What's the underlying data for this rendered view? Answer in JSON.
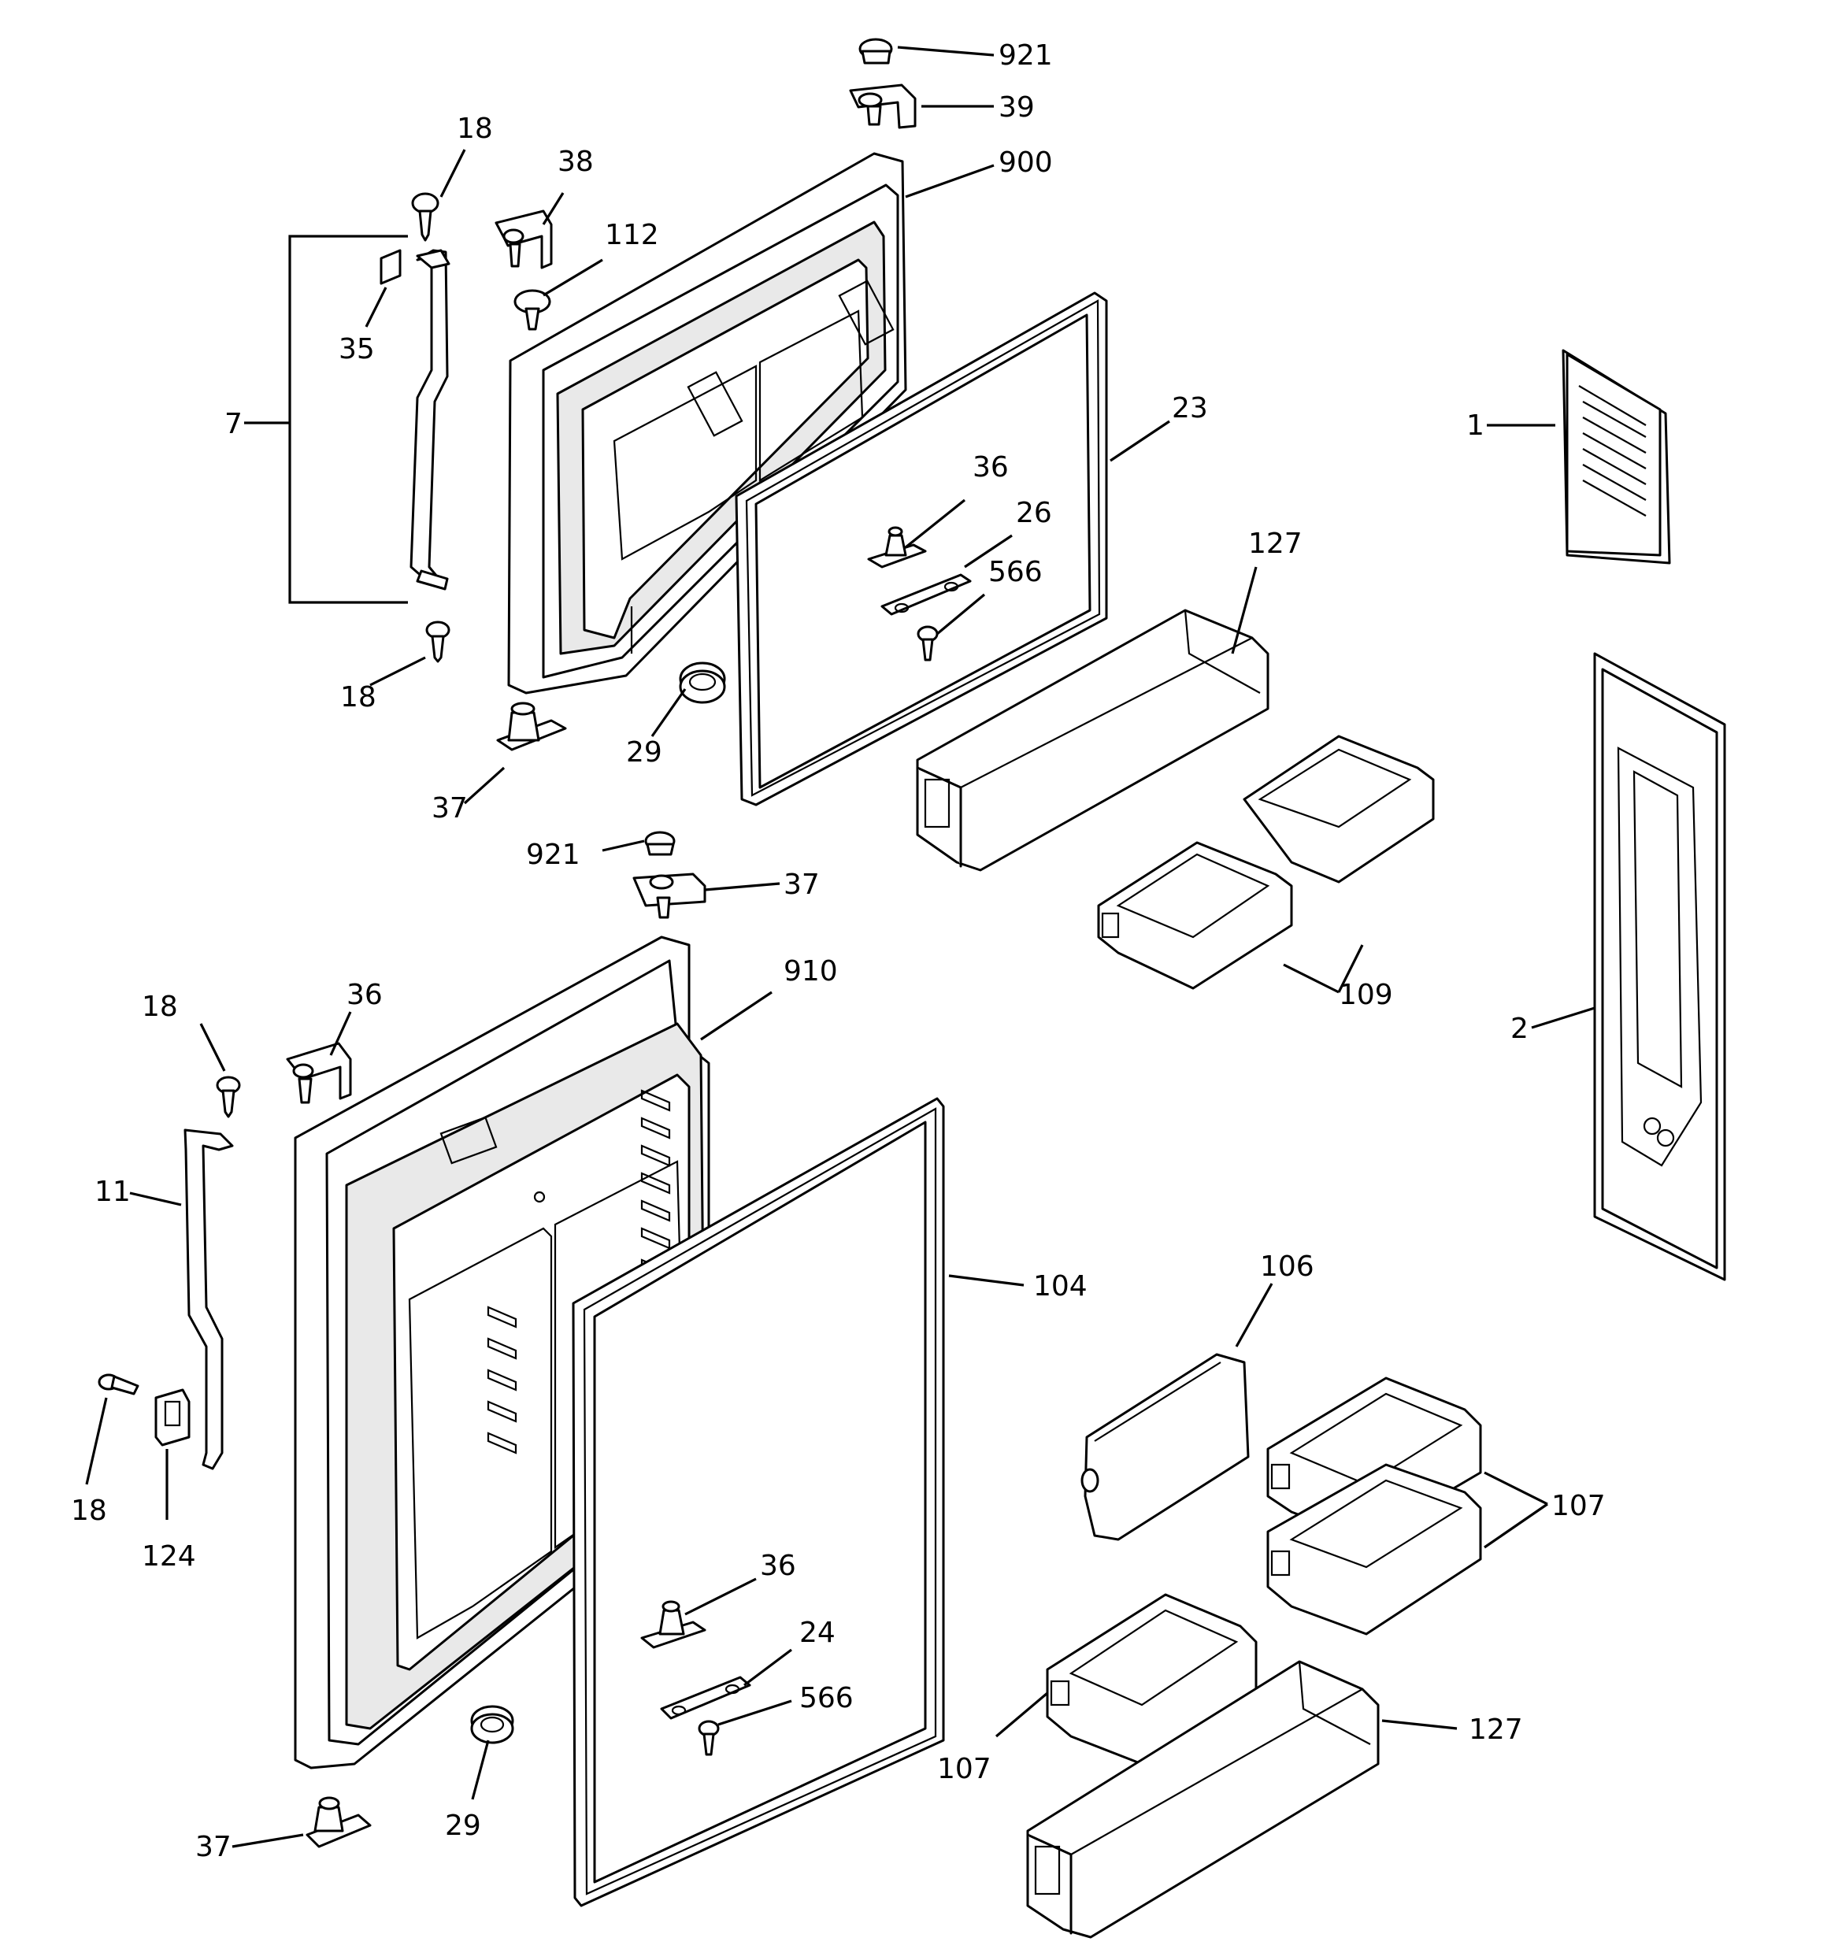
{
  "diagram": {
    "callouts": [
      {
        "id": "c921a",
        "label": "921"
      },
      {
        "id": "c39",
        "label": "39"
      },
      {
        "id": "c900",
        "label": "900"
      },
      {
        "id": "c18a",
        "label": "18"
      },
      {
        "id": "c38",
        "label": "38"
      },
      {
        "id": "c112",
        "label": "112"
      },
      {
        "id": "c35",
        "label": "35"
      },
      {
        "id": "c7",
        "label": "7"
      },
      {
        "id": "c23",
        "label": "23"
      },
      {
        "id": "c36a",
        "label": "36"
      },
      {
        "id": "c26",
        "label": "26"
      },
      {
        "id": "c566a",
        "label": "566"
      },
      {
        "id": "c18b",
        "label": "18"
      },
      {
        "id": "c29a",
        "label": "29"
      },
      {
        "id": "c37a",
        "label": "37"
      },
      {
        "id": "c127a",
        "label": "127"
      },
      {
        "id": "c1",
        "label": "1"
      },
      {
        "id": "c921b",
        "label": "921"
      },
      {
        "id": "c37b",
        "label": "37"
      },
      {
        "id": "c109",
        "label": "109"
      },
      {
        "id": "c910",
        "label": "910"
      },
      {
        "id": "c36b",
        "label": "36"
      },
      {
        "id": "c18c",
        "label": "18"
      },
      {
        "id": "c2",
        "label": "2"
      },
      {
        "id": "c11",
        "label": "11"
      },
      {
        "id": "c104",
        "label": "104"
      },
      {
        "id": "c106",
        "label": "106"
      },
      {
        "id": "c18d",
        "label": "18"
      },
      {
        "id": "c124",
        "label": "124"
      },
      {
        "id": "c107a",
        "label": "107"
      },
      {
        "id": "c36c",
        "label": "36"
      },
      {
        "id": "c24",
        "label": "24"
      },
      {
        "id": "c566b",
        "label": "566"
      },
      {
        "id": "c107b",
        "label": "107"
      },
      {
        "id": "c127b",
        "label": "127"
      },
      {
        "id": "c29b",
        "label": "29"
      },
      {
        "id": "c37c",
        "label": "37"
      }
    ]
  }
}
